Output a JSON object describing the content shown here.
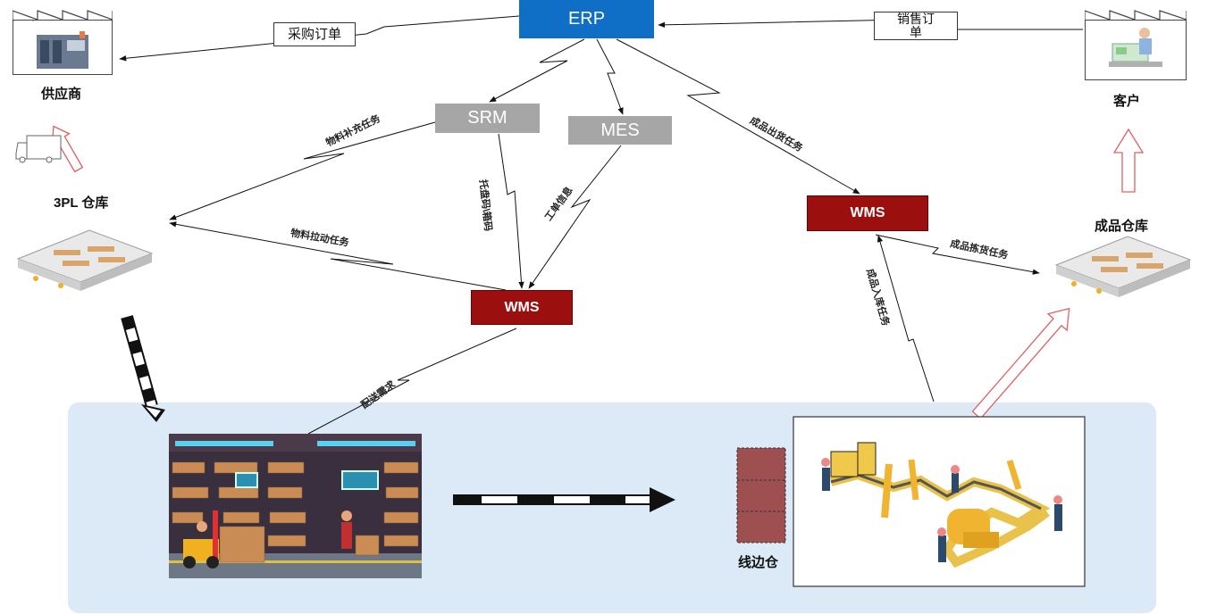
{
  "systems": {
    "erp": "ERP",
    "srm": "SRM",
    "mes": "MES",
    "wms_center": "WMS",
    "wms_right": "WMS"
  },
  "nodes": {
    "supplier": "供应商",
    "customer": "客户",
    "warehouse_3pl": "3PL 仓库",
    "finished_warehouse": "成品仓库",
    "line_side": "线边仓"
  },
  "orders": {
    "purchase": "采购订单",
    "sales_line1": "销售订",
    "sales_line2": "单"
  },
  "edges": {
    "material_replenish": "物料补充任务",
    "material_pull": "物料拉动任务",
    "pallet_box_code": "托盘码\\箱码",
    "work_order_info": "工单信息",
    "delivery_request": "配送需求",
    "finished_ship": "成品出货任务",
    "finished_pick": "成品拣货任务",
    "finished_inbound": "成品入库任务"
  },
  "colors": {
    "erp_blue": "#0f6fc6",
    "gray_box": "#a6a6a6",
    "wms_red": "#9b0f0f",
    "panel_blue": "#dbeaf6",
    "line_side_rack": "#9e5050"
  }
}
